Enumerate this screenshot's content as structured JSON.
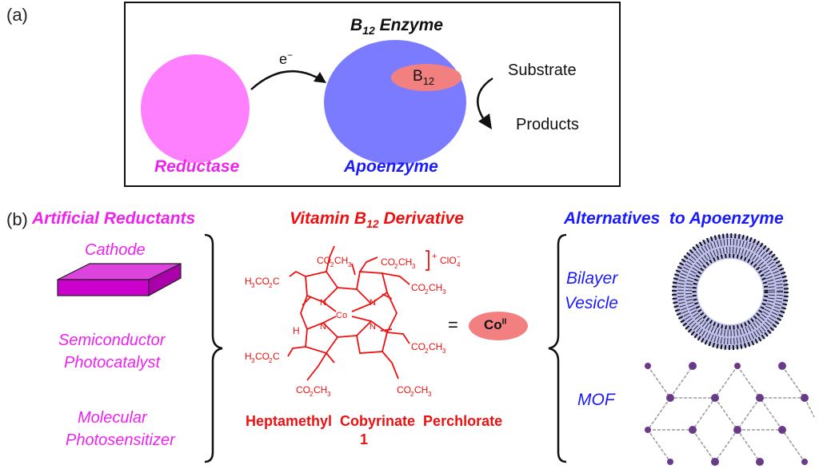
{
  "panel_a": {
    "label": "(a)",
    "title": "B",
    "title_sub": "12",
    "title_rest": " Enzyme",
    "electron": "e",
    "electron_sup": "−",
    "b12": "B",
    "b12_sub": "12",
    "substrate": "Substrate",
    "products": "Products",
    "reductase": "Reductase",
    "apoenzyme": "Apoenzyme"
  },
  "panel_b": {
    "label": "(b)",
    "artificial_reductants": {
      "heading": "Artificial Reductants",
      "items": [
        "Cathode",
        "Semiconductor",
        "Photocatalyst",
        "Molecular",
        "Photosensitizer"
      ]
    },
    "vitamin": {
      "heading": "Vitamin B",
      "heading_sub": "12",
      "heading_rest": " Derivative",
      "equals": "=",
      "co": "Co",
      "co_sup": "II",
      "compound_name": "Heptamethyl  Cobyrinate  Perchlorate",
      "compound_number": "1",
      "structure_labels": {
        "co2ch3": "CO2CH3",
        "h3co2c": "H3CO2C",
        "clo4": "ClO4",
        "co_center": "Co",
        "n": "N",
        "h": "H",
        "plus": "+"
      }
    },
    "alternatives": {
      "heading": "Alternatives  to Apoenzyme",
      "vesicle_line1": "Bilayer",
      "vesicle_line2": "Vesicle",
      "mof": "MOF"
    }
  },
  "colors": {
    "magenta": "#ee22ee",
    "pink_circle": "#ff80ff",
    "blue": "#1a1aff",
    "apo_blue": "#7b7bff",
    "salmon": "#f28080",
    "red": "#ee1111",
    "cathode_fill": "#cc00cc"
  }
}
